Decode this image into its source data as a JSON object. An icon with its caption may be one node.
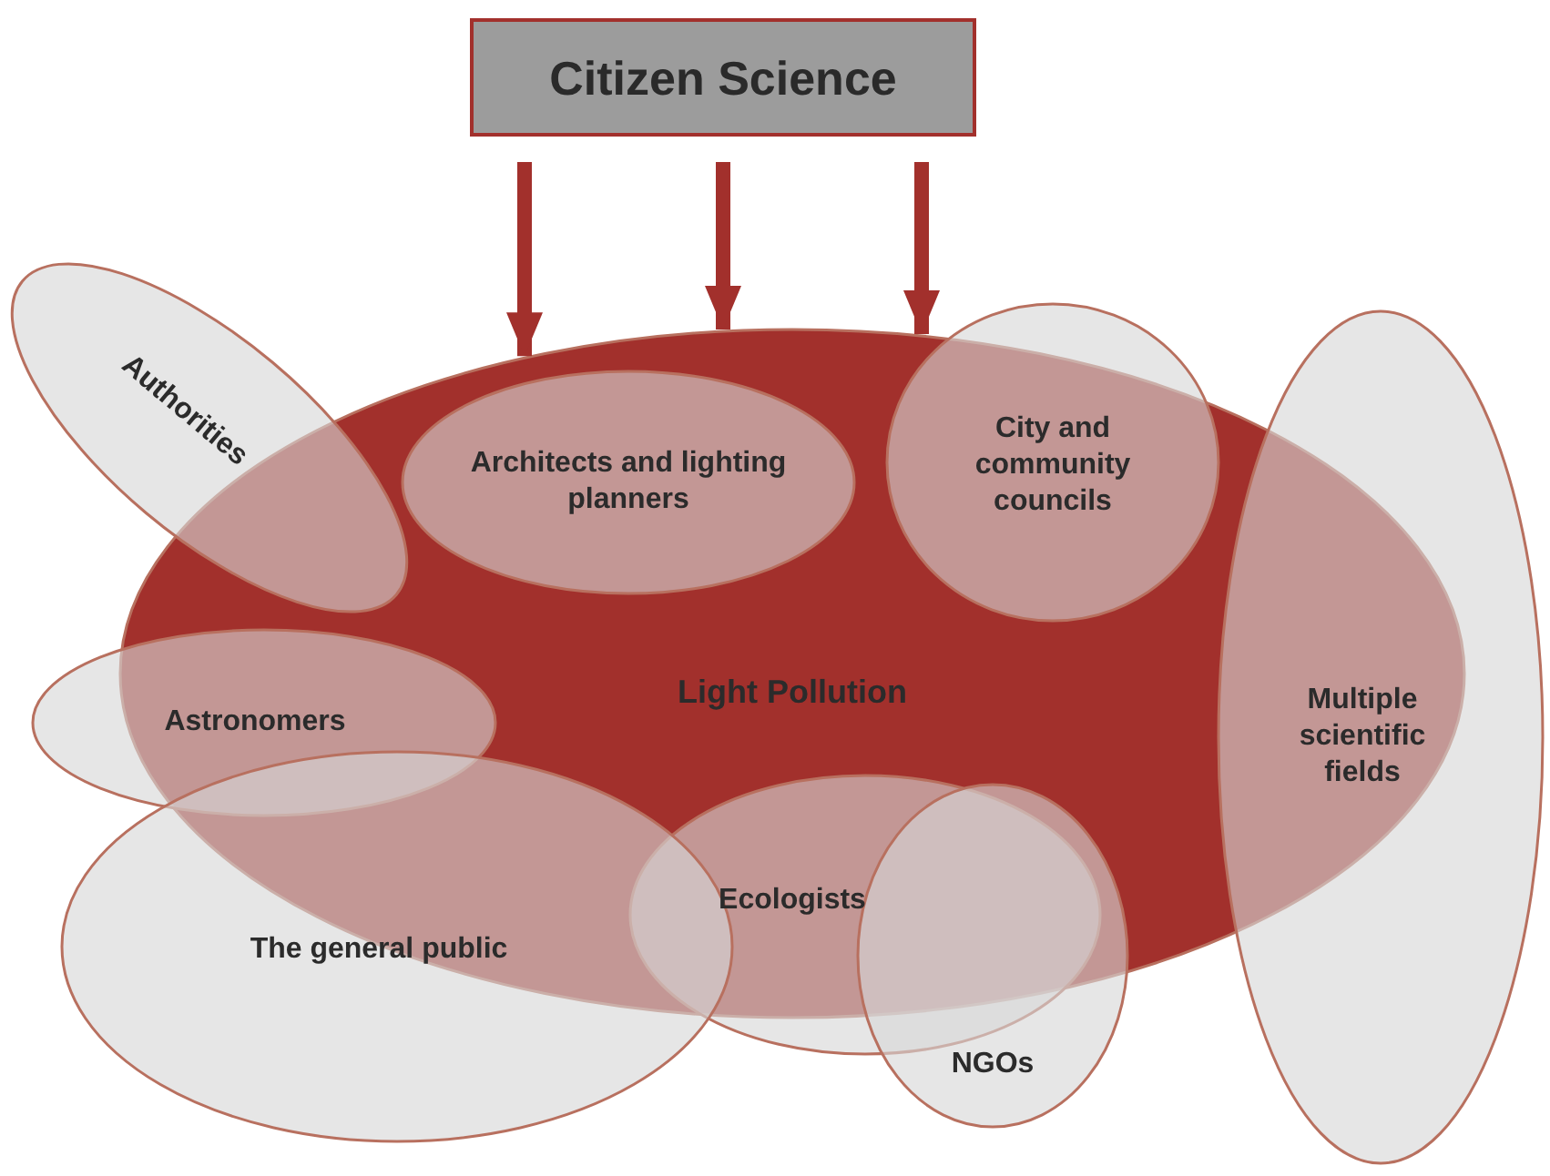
{
  "diagram": {
    "nodes": [
      {
        "text": [
          "Citizen Science"
        ]
      },
      {
        "text": [
          "Light Pollution"
        ]
      },
      {
        "text": [
          "Authorities"
        ]
      },
      {
        "text": [
          "Architects and lighting planners"
        ],
        "in": 1
      },
      {
        "text": [
          "City and community councils"
        ]
      },
      {
        "text": [
          "Multiple scientific fields"
        ]
      },
      {
        "text": [
          "Astronomers"
        ]
      },
      {
        "text": [
          "Ecologists"
        ]
      },
      {
        "text": [
          "The general public"
        ]
      },
      {
        "text": [
          "NGOs"
        ]
      }
    ],
    "edges": [
      {
        "from": 0,
        "to": 1,
        "arrow": "to"
      },
      {
        "from": 0,
        "to": 1,
        "arrow": "to"
      },
      {
        "from": 0,
        "to": 1,
        "arrow": "to"
      }
    ]
  }
}
